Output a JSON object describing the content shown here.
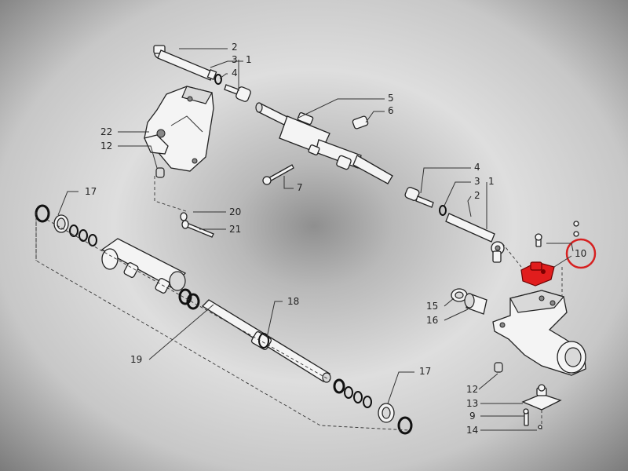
{
  "diagram": {
    "callouts": [
      "1",
      "2",
      "3",
      "4",
      "5",
      "6",
      "7",
      "9",
      "10",
      "12",
      "13",
      "14",
      "15",
      "16",
      "17",
      "18",
      "19",
      "20",
      "21",
      "22"
    ],
    "highlighted_part": "10",
    "colors": {
      "highlight_part": "#e11d1d",
      "highlight_circle": "#d62020",
      "line": "#222222"
    }
  }
}
